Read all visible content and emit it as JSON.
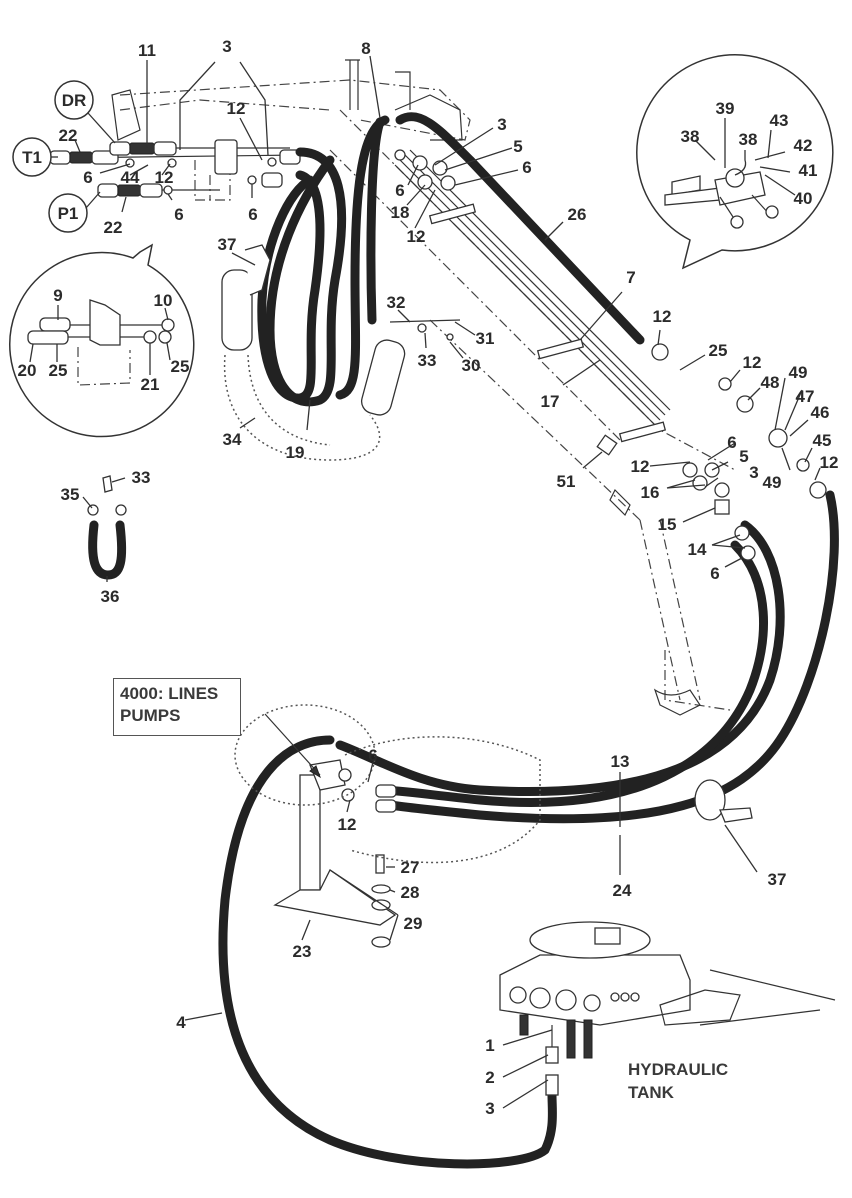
{
  "diagram": {
    "title": "Hydraulic lines exploded parts diagram",
    "callout_box": {
      "line1": "4000: LINES",
      "line2": "PUMPS"
    },
    "tank_label": {
      "line1": "HYDRAULIC",
      "line2": "TANK"
    },
    "port_labels": {
      "dr": "DR",
      "t1": "T1",
      "p1": "P1"
    },
    "part_labels": [
      {
        "id": "l11",
        "text": "11"
      },
      {
        "id": "l3a",
        "text": "3"
      },
      {
        "id": "l22a",
        "text": "22"
      },
      {
        "id": "l12a",
        "text": "12"
      },
      {
        "id": "l6a",
        "text": "6"
      },
      {
        "id": "l44",
        "text": "44"
      },
      {
        "id": "l12b",
        "text": "12"
      },
      {
        "id": "l6b",
        "text": "6"
      },
      {
        "id": "l22b",
        "text": "22"
      },
      {
        "id": "l6c",
        "text": "6"
      },
      {
        "id": "l8",
        "text": "8"
      },
      {
        "id": "l3b",
        "text": "3"
      },
      {
        "id": "l5a",
        "text": "5"
      },
      {
        "id": "l6d",
        "text": "6"
      },
      {
        "id": "l6e",
        "text": "6"
      },
      {
        "id": "l18",
        "text": "18"
      },
      {
        "id": "l12c",
        "text": "12"
      },
      {
        "id": "l26",
        "text": "26"
      },
      {
        "id": "l39",
        "text": "39"
      },
      {
        "id": "l38a",
        "text": "38"
      },
      {
        "id": "l38b",
        "text": "38"
      },
      {
        "id": "l43",
        "text": "43"
      },
      {
        "id": "l42",
        "text": "42"
      },
      {
        "id": "l41",
        "text": "41"
      },
      {
        "id": "l40",
        "text": "40"
      },
      {
        "id": "l37a",
        "text": "37"
      },
      {
        "id": "l9",
        "text": "9"
      },
      {
        "id": "l10",
        "text": "10"
      },
      {
        "id": "l20",
        "text": "20"
      },
      {
        "id": "l25a",
        "text": "25"
      },
      {
        "id": "l21",
        "text": "21"
      },
      {
        "id": "l25b",
        "text": "25"
      },
      {
        "id": "l32",
        "text": "32"
      },
      {
        "id": "l31",
        "text": "31"
      },
      {
        "id": "l33a",
        "text": "33"
      },
      {
        "id": "l30",
        "text": "30"
      },
      {
        "id": "l7",
        "text": "7"
      },
      {
        "id": "l12d",
        "text": "12"
      },
      {
        "id": "l25c",
        "text": "25"
      },
      {
        "id": "l12e",
        "text": "12"
      },
      {
        "id": "l48",
        "text": "48"
      },
      {
        "id": "l49a",
        "text": "49"
      },
      {
        "id": "l47",
        "text": "47"
      },
      {
        "id": "l46",
        "text": "46"
      },
      {
        "id": "l17",
        "text": "17"
      },
      {
        "id": "l34",
        "text": "34"
      },
      {
        "id": "l19",
        "text": "19"
      },
      {
        "id": "l45",
        "text": "45"
      },
      {
        "id": "l12f",
        "text": "12"
      },
      {
        "id": "l6f",
        "text": "6"
      },
      {
        "id": "l5b",
        "text": "5"
      },
      {
        "id": "l12g",
        "text": "12"
      },
      {
        "id": "l3c",
        "text": "3"
      },
      {
        "id": "l49b",
        "text": "49"
      },
      {
        "id": "l51",
        "text": "51"
      },
      {
        "id": "l16",
        "text": "16"
      },
      {
        "id": "l15",
        "text": "15"
      },
      {
        "id": "l14",
        "text": "14"
      },
      {
        "id": "l6g",
        "text": "6"
      },
      {
        "id": "l35",
        "text": "35"
      },
      {
        "id": "l33b",
        "text": "33"
      },
      {
        "id": "l36",
        "text": "36"
      },
      {
        "id": "l13",
        "text": "13"
      },
      {
        "id": "l6h",
        "text": "6"
      },
      {
        "id": "l12h",
        "text": "12"
      },
      {
        "id": "l27",
        "text": "27"
      },
      {
        "id": "l28",
        "text": "28"
      },
      {
        "id": "l29",
        "text": "29"
      },
      {
        "id": "l23",
        "text": "23"
      },
      {
        "id": "l24",
        "text": "24"
      },
      {
        "id": "l37b",
        "text": "37"
      },
      {
        "id": "l4",
        "text": "4"
      },
      {
        "id": "l1",
        "text": "1"
      },
      {
        "id": "l2",
        "text": "2"
      },
      {
        "id": "l3d",
        "text": "3"
      }
    ]
  }
}
